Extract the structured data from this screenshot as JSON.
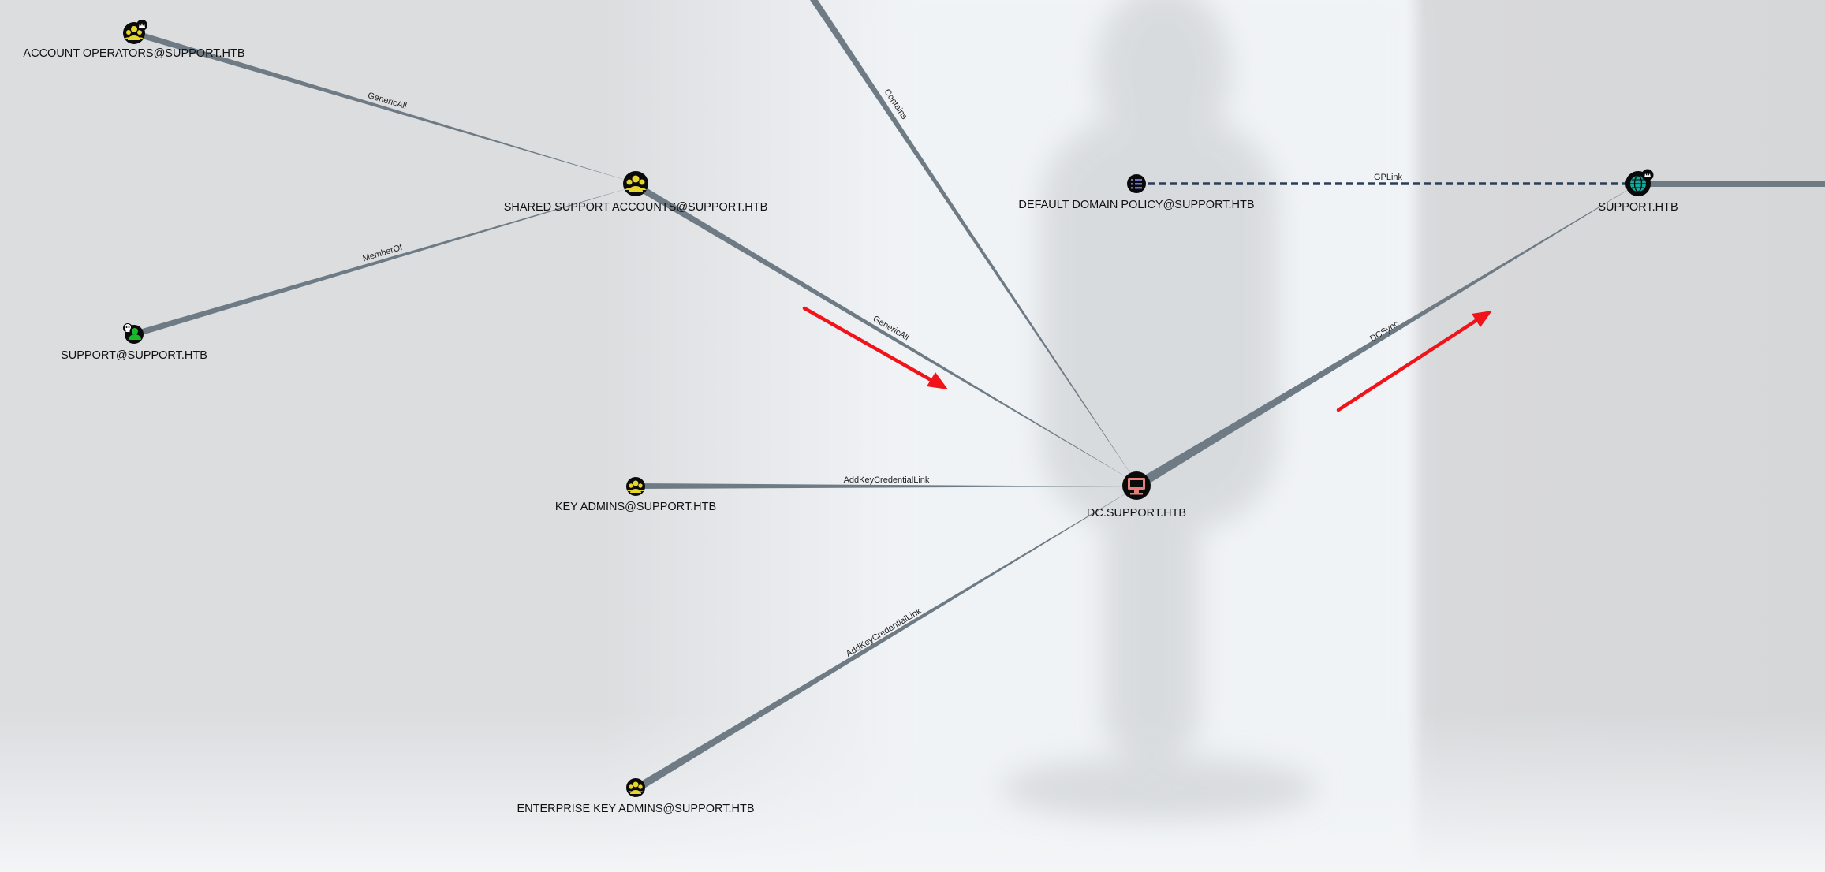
{
  "app": "BloodHound",
  "nodes": {
    "account_operators": {
      "label": "ACCOUNT OPERATORS@SUPPORT.HTB",
      "kind": "group",
      "icon": "group-icon",
      "color": "#e6d52c",
      "badge": "crown-badge"
    },
    "shared_support": {
      "label": "SHARED SUPPORT ACCOUNTS@SUPPORT.HTB",
      "kind": "group",
      "icon": "group-icon",
      "color": "#e6d52c"
    },
    "support_user": {
      "label": "SUPPORT@SUPPORT.HTB",
      "kind": "user",
      "icon": "user-icon",
      "color": "#19b82c",
      "badge": "owned-skull-badge"
    },
    "key_admins": {
      "label": "KEY ADMINS@SUPPORT.HTB",
      "kind": "group",
      "icon": "group-icon",
      "color": "#e6d52c"
    },
    "enterprise_key_admins": {
      "label": "ENTERPRISE KEY ADMINS@SUPPORT.HTB",
      "kind": "group",
      "icon": "group-icon",
      "color": "#e6d52c"
    },
    "dc": {
      "label": "DC.SUPPORT.HTB",
      "kind": "computer",
      "icon": "computer-icon",
      "color": "#e37f78"
    },
    "gpo": {
      "label": "DEFAULT DOMAIN POLICY@SUPPORT.HTB",
      "kind": "gpo",
      "icon": "gpo-icon",
      "color": "#6b74c8"
    },
    "domain": {
      "label": "SUPPORT.HTB",
      "kind": "domain",
      "icon": "globe-icon",
      "color": "#16a79a",
      "badge": "crown-badge"
    }
  },
  "edges": {
    "account_operators_genericall": "GenericAll",
    "support_memberof": "MemberOf",
    "shared_genericall_dc": "GenericAll",
    "domain_contains_dc": "Contains",
    "gpo_gplink_domain": "GPLink",
    "dc_dcsync_domain": "DCSync",
    "key_admins_addkeycredentiallink": "AddKeyCredentialLink",
    "enterprise_addkeycredentiallink": "AddKeyCredentialLink"
  },
  "colors": {
    "edge": "#6e7b85",
    "gplink_edge": "#2b3e56",
    "annotation_arrow": "#f0141a",
    "node_circle": "#0a0a0a"
  }
}
